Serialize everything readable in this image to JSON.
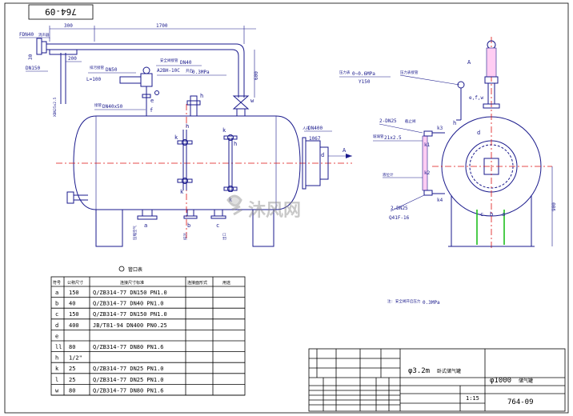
{
  "title_block": {
    "sheet_tag": "764-09",
    "drawing_title_prefix": "φ3.2m",
    "drawing_title_suffix": "卧式储气罐",
    "spec_title_prefix": "φ1000",
    "spec_title_suffix": "储气罐",
    "scale": "1:15",
    "drawing_number": "764-09"
  },
  "dimensions": {
    "d300": "300",
    "d1700": "1700",
    "d200": "200",
    "d30": "30",
    "d600": "600",
    "d1067": "1067",
    "d900": "900"
  },
  "labels": {
    "fdn40": "FDN40",
    "dn150": "DN150",
    "dn50": "DN50",
    "l100": "L=100",
    "dn40": "DN40",
    "a2bh": "A2BH-10C",
    "mpa03": "0.3MPa",
    "dn40x50": "DN40x50",
    "dn400": "DN400",
    "a_arrow": "A",
    "gauge_range": "0~0.6MPa",
    "y150": "Y150",
    "dn25_1": "2-DN25",
    "dn25_2": "2-DN25",
    "q41f": "Q41F-16",
    "g21": "21x2.5",
    "note_mpa": "0.3MPa",
    "side_a": "A",
    "w_lbl": "w",
    "efw": "e,f,w",
    "side_k3": "k3",
    "side_k4": "k4",
    "side_h": "h",
    "side_d": "d",
    "side_c": "c",
    "side_b": "b",
    "side_a2": "a",
    "front_k1": "k",
    "front_k2": "k",
    "front_h1": "h",
    "front_h2": "h",
    "front_d": "d",
    "front_e": "e",
    "front_b": "b",
    "front_c": "c",
    "front_a": "a",
    "front_f": "f",
    "front_w": "w",
    "front_k3": "k",
    "front_k4": "k",
    "front_h3": "h",
    "side_k1": "k1",
    "side_k2": "k2",
    "brand": "沐风网",
    "table_header": "管口表"
  },
  "nozzle_table": {
    "columns": [
      "符号",
      "公称尺寸",
      "连接尺寸标准",
      "连接面形式",
      "用途"
    ],
    "rows": [
      {
        "sym": "a",
        "size": "150",
        "std": "Q/ZB314-77   DN150  PN1.0"
      },
      {
        "sym": "b",
        "size": "40",
        "std": "Q/ZB314-77   DN40   PN1.0"
      },
      {
        "sym": "c",
        "size": "150",
        "std": "Q/ZB314-77   DN150  PN1.0"
      },
      {
        "sym": "d",
        "size": "400",
        "std": "JB/T81-94    DN400  PN0.25"
      },
      {
        "sym": "e",
        "size": "",
        "std": ""
      },
      {
        "sym": "ll",
        "size": "80",
        "std": "Q/ZB314-77   DN80   PN1.6"
      },
      {
        "sym": "h",
        "size": "1/2\"",
        "std": ""
      },
      {
        "sym": "k",
        "size": "25",
        "std": "Q/ZB314-77   DN25   PN1.0"
      },
      {
        "sym": "l",
        "size": "25",
        "std": "Q/ZB314-77   DN25   PN1.0"
      },
      {
        "sym": "w",
        "size": "80",
        "std": "Q/ZB314-77   DN80   PN1.6"
      }
    ]
  }
}
